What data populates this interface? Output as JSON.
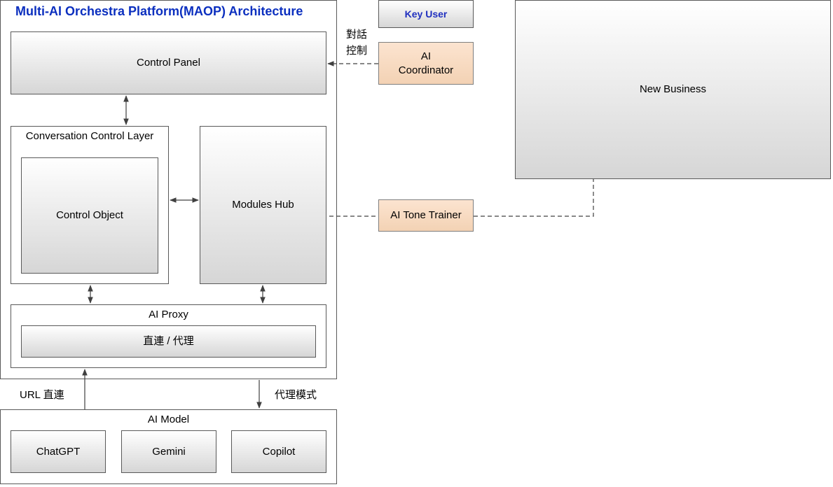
{
  "title": "Multi-AI Orchestra Platform(MAOP) Architecture",
  "key_user": "Key User",
  "dialog_control_line1": "對話",
  "dialog_control_line2": "控制",
  "ai_coordinator_line1": "AI",
  "ai_coordinator_line2": "Coordinator",
  "new_business": "New Business",
  "ai_tone_trainer": "AI Tone Trainer",
  "control_panel": "Control Panel",
  "conversation_control_layer": "Conversation Control Layer",
  "control_object": "Control Object",
  "modules_hub": "Modules Hub",
  "ai_proxy": "AI Proxy",
  "proxy_mode_box": "直連 / 代理",
  "url_direct": "URL 直連",
  "proxy_mode": "代理模式",
  "ai_model": {
    "title": "AI Model",
    "models": [
      "ChatGPT",
      "Gemini",
      "Copilot"
    ]
  }
}
